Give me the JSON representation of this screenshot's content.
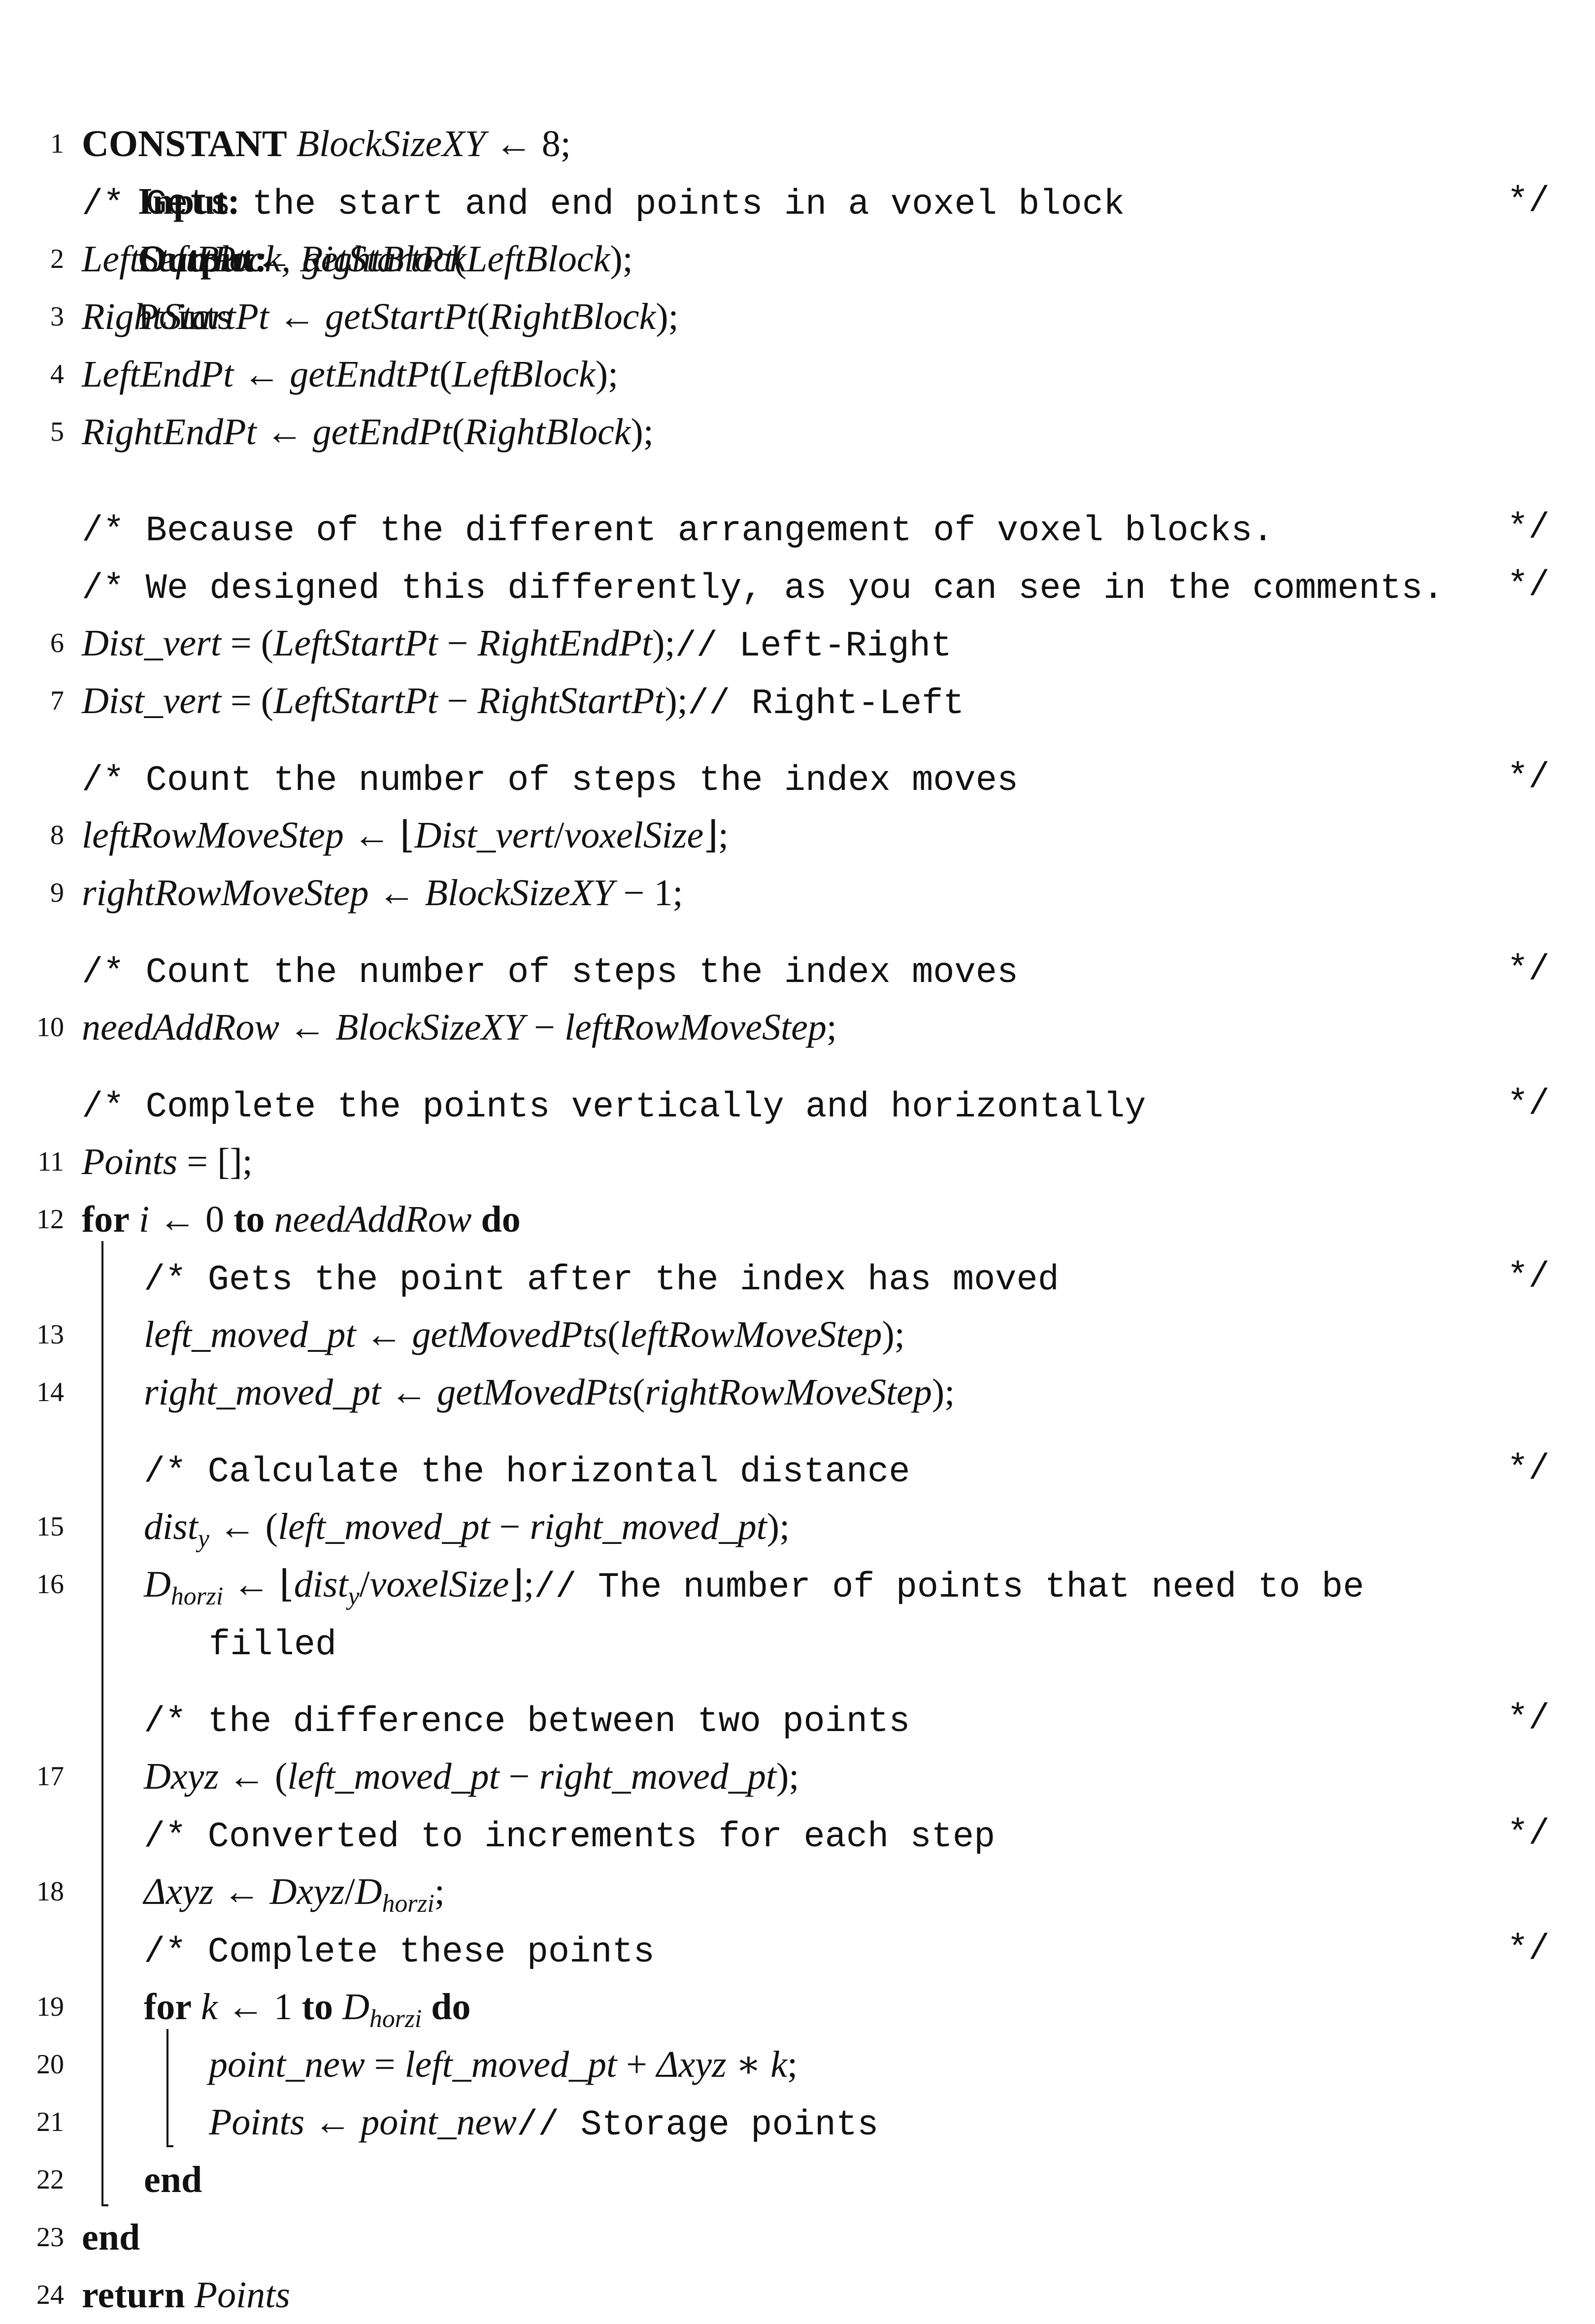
{
  "header": {
    "input_label": "Input:",
    "input_value": "LeftBlock, RightBlock",
    "output_label": "Output:",
    "output_value": "Points"
  },
  "lines": [
    {
      "kind": "code",
      "no": "1",
      "indent": 0,
      "text": "CONSTANT BlockSizeXY ← 8;"
    },
    {
      "kind": "comment",
      "indent": 0,
      "text": "/* Gets the start and end points in a voxel block",
      "end": "*/"
    },
    {
      "kind": "code",
      "no": "2",
      "indent": 0,
      "text": "LeftStartPt ← getStartPt(LeftBlock);"
    },
    {
      "kind": "code",
      "no": "3",
      "indent": 0,
      "text": "RightStartPt ← getStartPt(RightBlock);"
    },
    {
      "kind": "code",
      "no": "4",
      "indent": 0,
      "text": "LeftEndPt ← getEndtPt(LeftBlock);"
    },
    {
      "kind": "code",
      "no": "5",
      "indent": 0,
      "text": "RightEndPt ← getEndPt(RightBlock);"
    },
    {
      "kind": "gap"
    },
    {
      "kind": "comment",
      "indent": 0,
      "text": "/* Because of the different arrangement of voxel blocks.",
      "end": "*/"
    },
    {
      "kind": "comment",
      "indent": 0,
      "text": "/* We designed this differently, as you can see in the comments.",
      "end": "*/"
    },
    {
      "kind": "code",
      "no": "6",
      "indent": 0,
      "text": "Dist_vert = (LeftStartPt − RightEndPt);",
      "inline_comment": "// Left-Right"
    },
    {
      "kind": "code",
      "no": "7",
      "indent": 0,
      "text": "Dist_vert = (LeftStartPt − RightStartPt);",
      "inline_comment": "// Right-Left"
    },
    {
      "kind": "comment",
      "indent": 0,
      "text": "/* Count the number of steps the index moves",
      "end": "*/"
    },
    {
      "kind": "code",
      "no": "8",
      "indent": 0,
      "text": "leftRowMoveStep ← ⌊Dist_vert/voxelSize⌋;"
    },
    {
      "kind": "code",
      "no": "9",
      "indent": 0,
      "text": "rightRowMoveStep ← BlockSizeXY − 1;"
    },
    {
      "kind": "comment",
      "indent": 0,
      "text": "/* Count the number of steps the index moves",
      "end": "*/"
    },
    {
      "kind": "code",
      "no": "10",
      "indent": 0,
      "text": "needAddRow ← BlockSizeXY − leftRowMoveStep;"
    },
    {
      "kind": "comment",
      "indent": 0,
      "text": "/* Complete the points vertically and horizontally",
      "end": "*/"
    },
    {
      "kind": "code",
      "no": "11",
      "indent": 0,
      "text": "Points = [];"
    },
    {
      "kind": "code",
      "no": "12",
      "indent": 0,
      "text": "for i ← 0 to needAddRow do"
    },
    {
      "kind": "comment",
      "indent": 1,
      "text": "/* Gets the point after the index has moved",
      "end": "*/"
    },
    {
      "kind": "code",
      "no": "13",
      "indent": 1,
      "text": "left_moved_pt ← getMovedPts(leftRowMoveStep);"
    },
    {
      "kind": "code",
      "no": "14",
      "indent": 1,
      "text": "right_moved_pt ← getMovedPts(rightRowMoveStep);"
    },
    {
      "kind": "comment",
      "indent": 1,
      "text": "/* Calculate the horizontal distance",
      "end": "*/"
    },
    {
      "kind": "code",
      "no": "15",
      "indent": 1,
      "text": "dist_y ← (left_moved_pt − right_moved_pt);"
    },
    {
      "kind": "code",
      "no": "16",
      "indent": 1,
      "text": "D_horzi ← ⌊dist_y/voxelSize⌋;",
      "inline_comment": "// The number of points that need to be"
    },
    {
      "kind": "cont",
      "indent": 2,
      "text": "filled"
    },
    {
      "kind": "comment",
      "indent": 1,
      "text": "/* the difference between two points",
      "end": "*/"
    },
    {
      "kind": "code",
      "no": "17",
      "indent": 1,
      "text": "Dxyz ← (left_moved_pt − right_moved_pt);"
    },
    {
      "kind": "comment",
      "indent": 1,
      "text": "/* Converted to increments for each step",
      "end": "*/"
    },
    {
      "kind": "code",
      "no": "18",
      "indent": 1,
      "text": "Δxyz ← Dxyz/D_horzi;"
    },
    {
      "kind": "comment",
      "indent": 1,
      "text": "/* Complete these points",
      "end": "*/"
    },
    {
      "kind": "code",
      "no": "19",
      "indent": 1,
      "text": "for k ← 1 to D_horzi do"
    },
    {
      "kind": "code",
      "no": "20",
      "indent": 2,
      "text": "point_new = left_moved_pt + Δxyz ∗ k;"
    },
    {
      "kind": "code",
      "no": "21",
      "indent": 2,
      "text": "Points ← point_new",
      "inline_comment": "// Storage points"
    },
    {
      "kind": "code",
      "no": "22",
      "indent": 1,
      "text": "end"
    },
    {
      "kind": "code",
      "no": "23",
      "indent": 0,
      "text": "end"
    },
    {
      "kind": "code",
      "no": "24",
      "indent": 0,
      "text": "return Points"
    }
  ]
}
